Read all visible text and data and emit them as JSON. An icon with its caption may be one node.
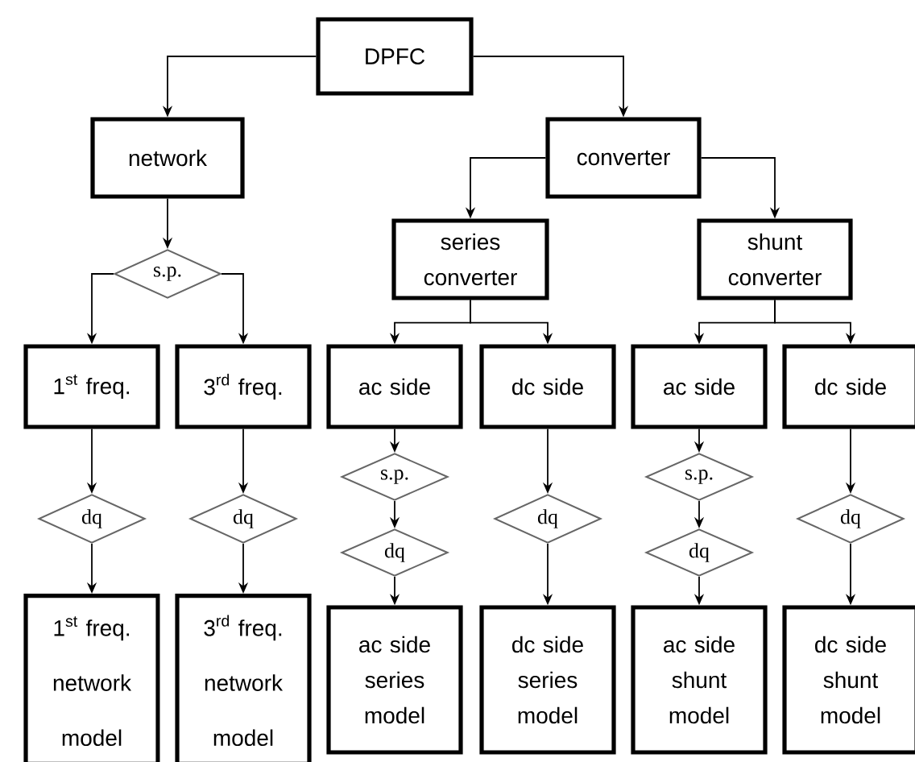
{
  "diagram": {
    "nodes": [
      {
        "text": [
          "DPFC"
        ]
      },
      {
        "text": [
          "network"
        ]
      },
      {
        "text": [
          "converter"
        ]
      },
      {
        "text": [
          "s.p."
        ]
      },
      {
        "text": [
          "series converter"
        ]
      },
      {
        "text": [
          "shunt converter"
        ]
      },
      {
        "text": [
          "\\text{1}^{\\text{st}}\\text{ freq.}"
        ]
      },
      {
        "text": [
          "\\text{3}^{\\text{rd}}\\text{ freq.}"
        ]
      },
      {
        "text": [
          "ac side"
        ]
      },
      {
        "text": [
          "dc side"
        ]
      },
      {
        "text": [
          "ac side"
        ]
      },
      {
        "text": [
          "dc side"
        ]
      },
      {
        "text": [
          "dq"
        ]
      },
      {
        "text": [
          "dq"
        ]
      },
      {
        "text": [
          "s.p."
        ]
      },
      {
        "text": [
          "dq"
        ]
      },
      {
        "text": [
          "dq"
        ]
      },
      {
        "text": [
          "s.p."
        ]
      },
      {
        "text": [
          "dq"
        ]
      },
      {
        "text": [
          "dq"
        ]
      },
      {
        "text": [
          "\\begin{array}{c}\\text{1}^{\\text{st}}\\text{ freq.}\\\\ \\text{network}\\\\ \\text{model}\\end{array}"
        ]
      },
      {
        "text": [
          "\\begin{array}{c}\\text{3}^{\\text{rd}}\\text{ freq.}\\\\ \\text{network}\\\\ \\text{model}\\end{array}"
        ]
      },
      {
        "text": [
          "ac side series model"
        ]
      },
      {
        "text": [
          "dc side series model"
        ]
      },
      {
        "text": [
          "ac side shunt model"
        ]
      },
      {
        "text": [
          "dc side shunt model"
        ]
      }
    ],
    "edges": [
      {
        "from": 0,
        "to": 1,
        "arrow": "to"
      },
      {
        "from": 0,
        "to": 2,
        "arrow": "to"
      },
      {
        "from": 1,
        "to": 3,
        "arrow": "to"
      },
      {
        "from": 3,
        "to": 6,
        "arrow": "to"
      },
      {
        "from": 3,
        "to": 7,
        "arrow": "to"
      },
      {
        "from": 2,
        "to": 4,
        "arrow": "to"
      },
      {
        "from": 2,
        "to": 5,
        "arrow": "to"
      },
      {
        "from": 4,
        "to": 8,
        "arrow": "to"
      },
      {
        "from": 4,
        "to": 9,
        "arrow": "to"
      },
      {
        "from": 5,
        "to": 10,
        "arrow": "to"
      },
      {
        "from": 5,
        "to": 11,
        "arrow": "to"
      },
      {
        "from": 6,
        "to": 12,
        "arrow": "to"
      },
      {
        "from": 12,
        "to": 20,
        "arrow": "to"
      },
      {
        "from": 7,
        "to": 13,
        "arrow": "to"
      },
      {
        "from": 13,
        "to": 21,
        "arrow": "to"
      },
      {
        "from": 8,
        "to": 14,
        "arrow": "to"
      },
      {
        "from": 14,
        "to": 15,
        "arrow": "to"
      },
      {
        "from": 15,
        "to": 22,
        "arrow": "to"
      },
      {
        "from": 9,
        "to": 16,
        "arrow": "to"
      },
      {
        "from": 16,
        "to": 23,
        "arrow": "to"
      },
      {
        "from": 10,
        "to": 17,
        "arrow": "to"
      },
      {
        "from": 17,
        "to": 18,
        "arrow": "to"
      },
      {
        "from": 18,
        "to": 24,
        "arrow": "to"
      },
      {
        "from": 11,
        "to": 19,
        "arrow": "to"
      },
      {
        "from": 19,
        "to": 25,
        "arrow": "to"
      }
    ]
  }
}
